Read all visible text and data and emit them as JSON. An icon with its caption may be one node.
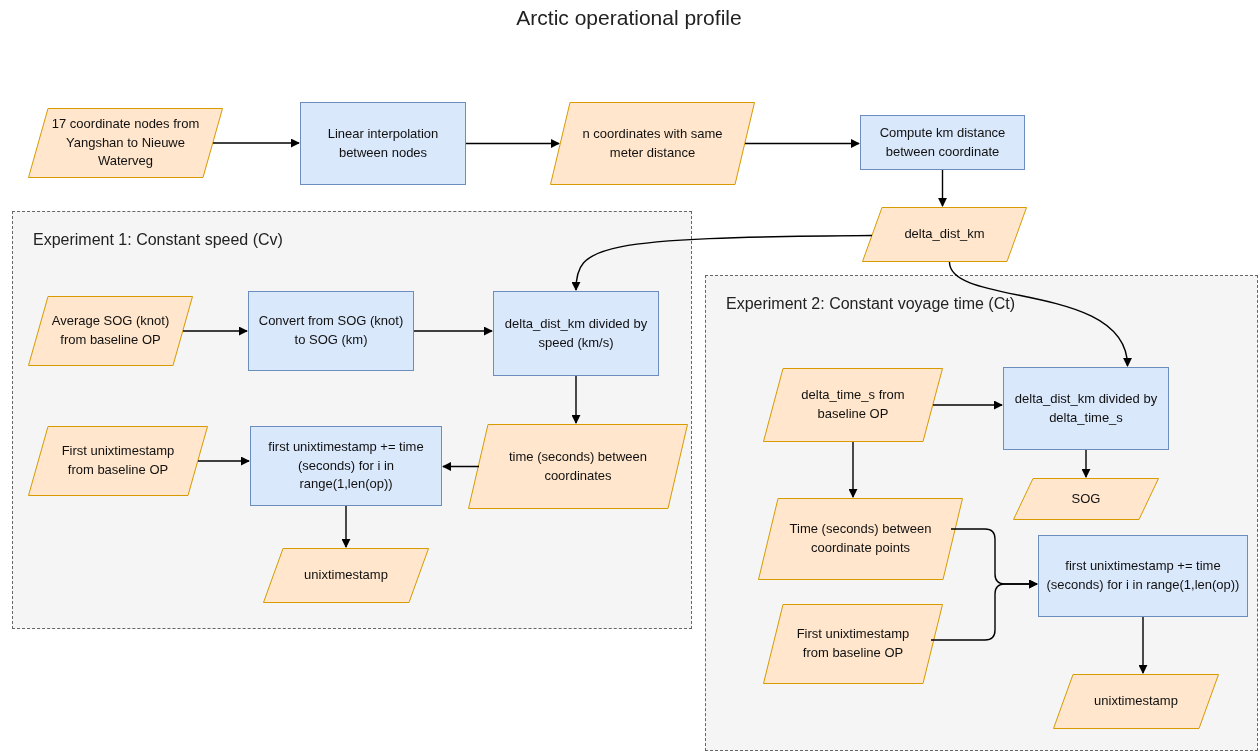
{
  "diagram": {
    "title": "Arctic operational profile",
    "nodes": [
      {
        "text": [
          "17 coordinate nodes from Yangshan to Nieuwe Waterveg"
        ]
      },
      {
        "text": [
          "Linear interpolation between nodes"
        ]
      },
      {
        "text": [
          "n coordinates with same meter distance"
        ]
      },
      {
        "text": [
          "Compute km distance between coordinate"
        ]
      },
      {
        "text": [
          "delta_dist_km"
        ]
      },
      {
        "text": [
          "Experiment 1: Constant speed (Cv)"
        ]
      },
      {
        "text": [
          "Average SOG (knot) from baseline OP"
        ],
        "in": 5
      },
      {
        "text": [
          "Convert from SOG (knot) to SOG (km)"
        ],
        "in": 5
      },
      {
        "text": [
          "delta_dist_km divided by speed (km/s)"
        ],
        "in": 5
      },
      {
        "text": [
          "First unixtimestamp from baseline OP"
        ],
        "in": 5
      },
      {
        "text": [
          "first unixtimestamp += time (seconds) for i in range(1,len(op))"
        ],
        "in": 5
      },
      {
        "text": [
          "time (seconds) between coordinates"
        ],
        "in": 5
      },
      {
        "text": [
          "unixtimestamp"
        ],
        "in": 5
      },
      {
        "text": [
          "Experiment 2: Constant voyage time (Ct)"
        ]
      },
      {
        "text": [
          "delta_time_s from baseline OP"
        ],
        "in": 13
      },
      {
        "text": [
          "delta_dist_km divided by delta_time_s"
        ],
        "in": 13
      },
      {
        "text": [
          "SOG"
        ],
        "in": 13
      },
      {
        "text": [
          "Time (seconds) between coordinate points"
        ],
        "in": 13
      },
      {
        "text": [
          "first unixtimestamp += time (seconds) for i in range(1,len(op))"
        ],
        "in": 13
      },
      {
        "text": [
          "First unixtimestamp from baseline OP"
        ],
        "in": 13
      },
      {
        "text": [
          "unixtimestamp"
        ],
        "in": 13
      }
    ],
    "edges": [
      {
        "from": 0,
        "to": 1,
        "arrow": "to"
      },
      {
        "from": 1,
        "to": 2,
        "arrow": "to"
      },
      {
        "from": 2,
        "to": 3,
        "arrow": "to"
      },
      {
        "from": 3,
        "to": 4,
        "arrow": "to"
      },
      {
        "from": 4,
        "to": 8,
        "arrow": "to"
      },
      {
        "from": 4,
        "to": 15,
        "arrow": "to"
      },
      {
        "from": 6,
        "to": 7,
        "arrow": "to"
      },
      {
        "from": 7,
        "to": 8,
        "arrow": "to"
      },
      {
        "from": 8,
        "to": 11,
        "arrow": "to"
      },
      {
        "from": 9,
        "to": 10,
        "arrow": "to"
      },
      {
        "from": 11,
        "to": 10,
        "arrow": "to"
      },
      {
        "from": 10,
        "to": 12,
        "arrow": "to"
      },
      {
        "from": 14,
        "to": 15,
        "arrow": "to"
      },
      {
        "from": 15,
        "to": 16,
        "arrow": "to"
      },
      {
        "from": 14,
        "to": 17,
        "arrow": "to"
      },
      {
        "from": 17,
        "to": 18,
        "arrow": "to"
      },
      {
        "from": 19,
        "to": 18,
        "arrow": "to"
      },
      {
        "from": 18,
        "to": 20,
        "arrow": "to"
      }
    ]
  }
}
